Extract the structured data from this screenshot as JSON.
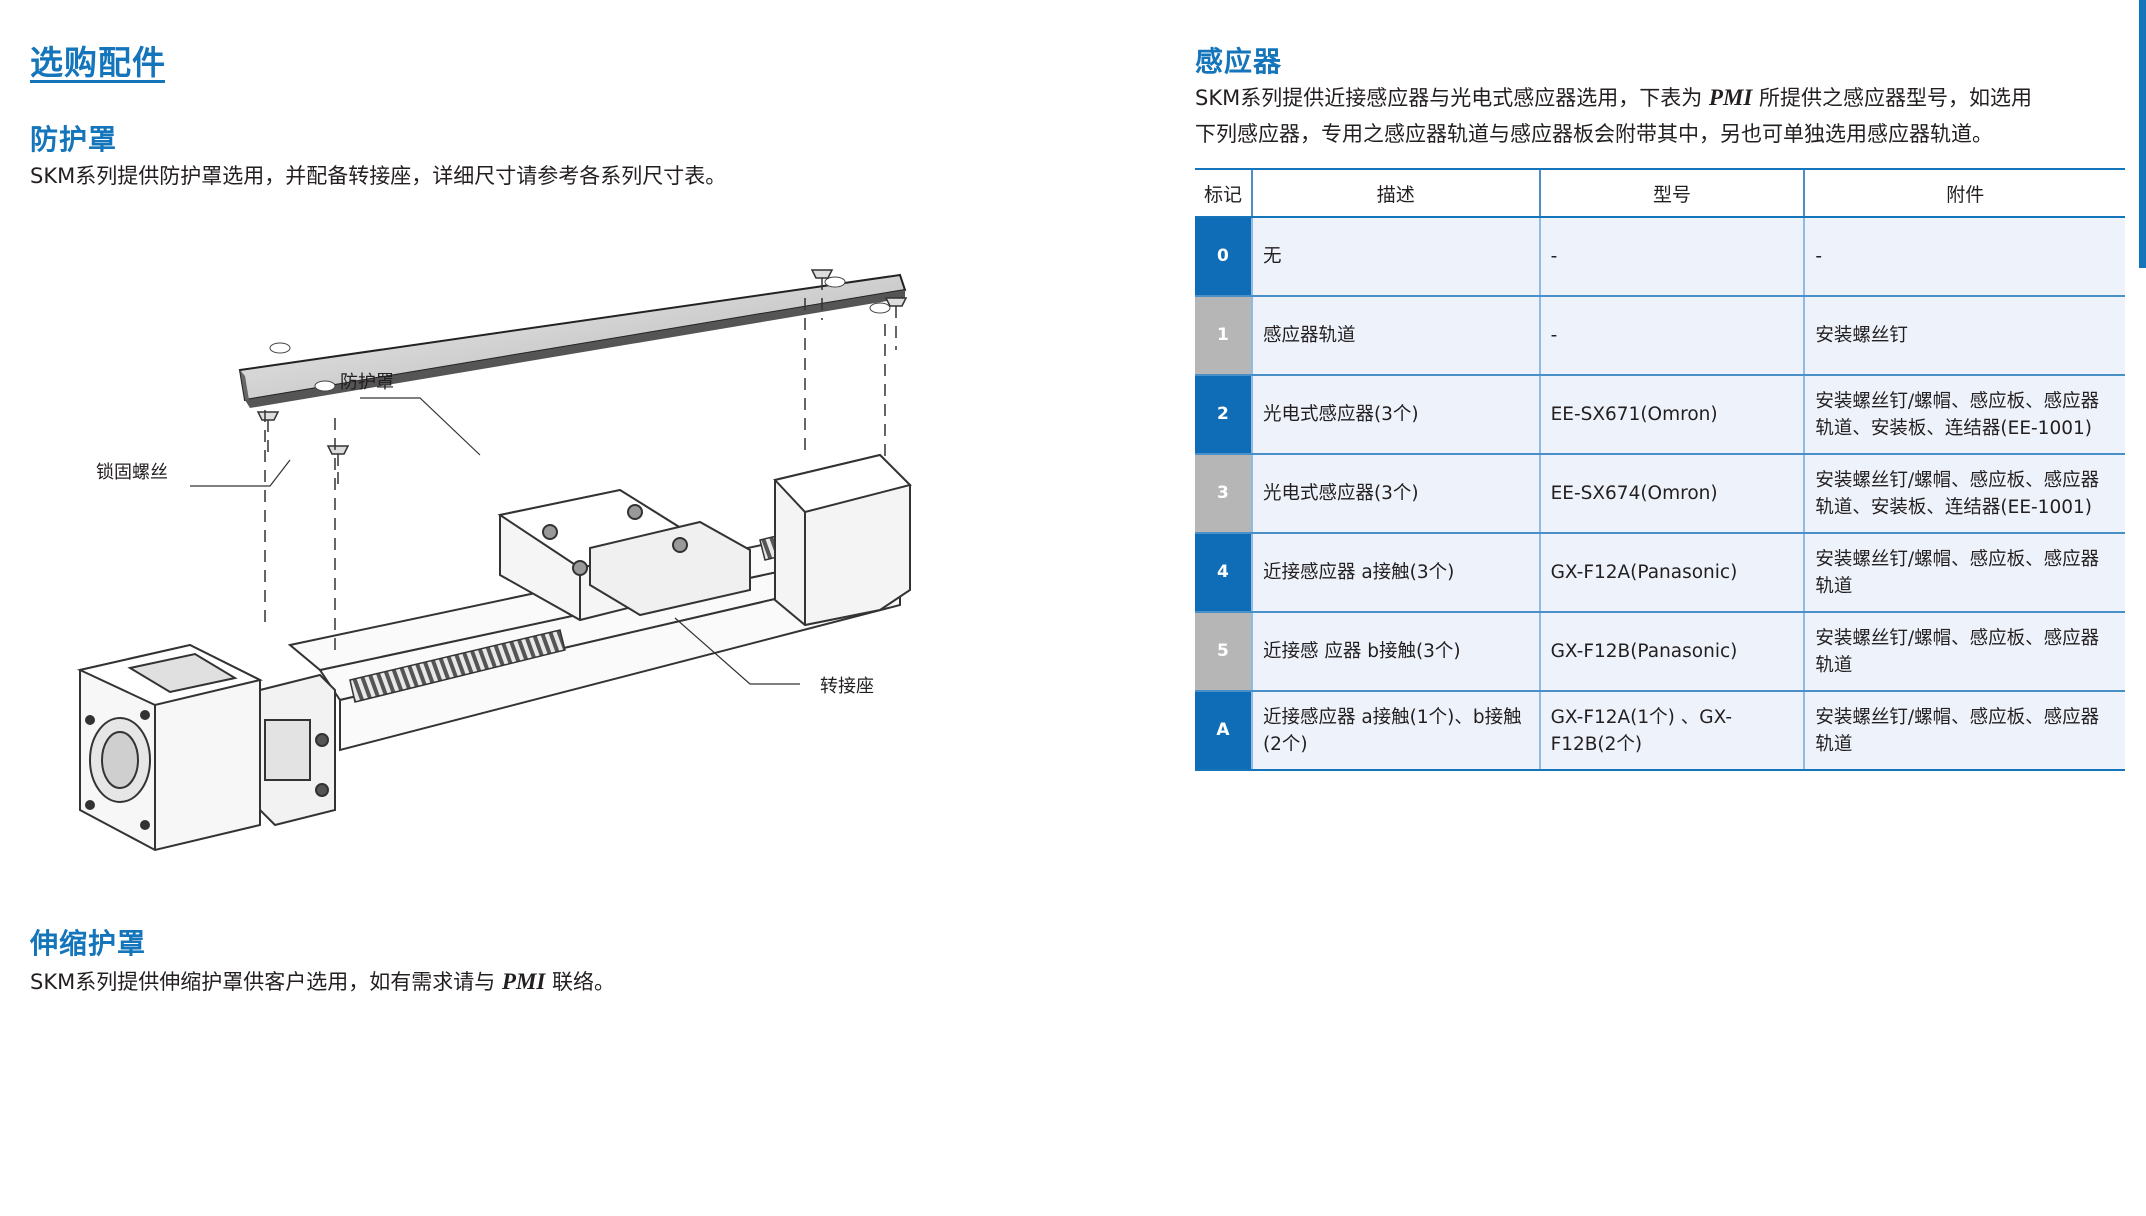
{
  "left": {
    "main_title": "选购配件",
    "cover_title": "防护罩",
    "cover_text": "SKM系列提供防护罩选用，并配备转接座，详细尺寸请参考各系列尺寸表。",
    "diagram_labels": {
      "cover": "防护罩",
      "lock_screw": "锁固螺丝",
      "adapter": "转接座"
    },
    "bellows_title": "伸缩护罩",
    "bellows_text_a": "SKM系列提供伸缩护罩供客户选用，如有需求请与",
    "bellows_brand": "PMI",
    "bellows_text_b": "联络。"
  },
  "right": {
    "title": "感应器",
    "intro_line1_a": "SKM系列提供近接感应器与光电式感应器选用，下表为",
    "intro_brand": "PMI",
    "intro_line1_b": "所提供之感应器型号，如选用",
    "intro_line2": "下列感应器，专用之感应器轨道与感应器板会附带其中，另也可单独选用感应器轨道。",
    "table": {
      "headers": [
        "标记",
        "描述",
        "型号",
        "附件"
      ],
      "rows": [
        {
          "mark": "0",
          "desc": "无",
          "model": "-",
          "acc": "-",
          "mark_color": "blue"
        },
        {
          "mark": "1",
          "desc": "感应器轨道",
          "model": "-",
          "acc": "安装螺丝钉",
          "mark_color": "gray"
        },
        {
          "mark": "2",
          "desc": "光电式感应器(3个)",
          "model": "EE-SX671(Omron)",
          "acc": "安装螺丝钉/螺帽、感应板、感应器轨道、安装板、连结器(EE-1001)",
          "mark_color": "blue"
        },
        {
          "mark": "3",
          "desc": "光电式感应器(3个)",
          "model": "EE-SX674(Omron)",
          "acc": "安装螺丝钉/螺帽、感应板、感应器轨道、安装板、连结器(EE-1001)",
          "mark_color": "gray"
        },
        {
          "mark": "4",
          "desc": "近接感应器 a接触(3个)",
          "model": "GX-F12A(Panasonic)",
          "acc": "安装螺丝钉/螺帽、感应板、感应器轨道",
          "mark_color": "blue"
        },
        {
          "mark": "5",
          "desc": "近接感 应器 b接触(3个)",
          "model": "GX-F12B(Panasonic)",
          "acc": "安装螺丝钉/螺帽、感应板、感应器轨道",
          "mark_color": "gray"
        },
        {
          "mark": "A",
          "desc": "近接感应器 a接触(1个)、b接触(2个)",
          "model": "GX-F12A(1个) 、GX-F12B(2个)",
          "acc": "安装螺丝钉/螺帽、感应板、感应器轨道",
          "mark_color": "blue"
        }
      ]
    }
  },
  "colors": {
    "accent": "#1575bb",
    "mark_blue": "#0f6cb6",
    "mark_gray": "#b6b6b6",
    "row_bg": "#eef3fb"
  }
}
